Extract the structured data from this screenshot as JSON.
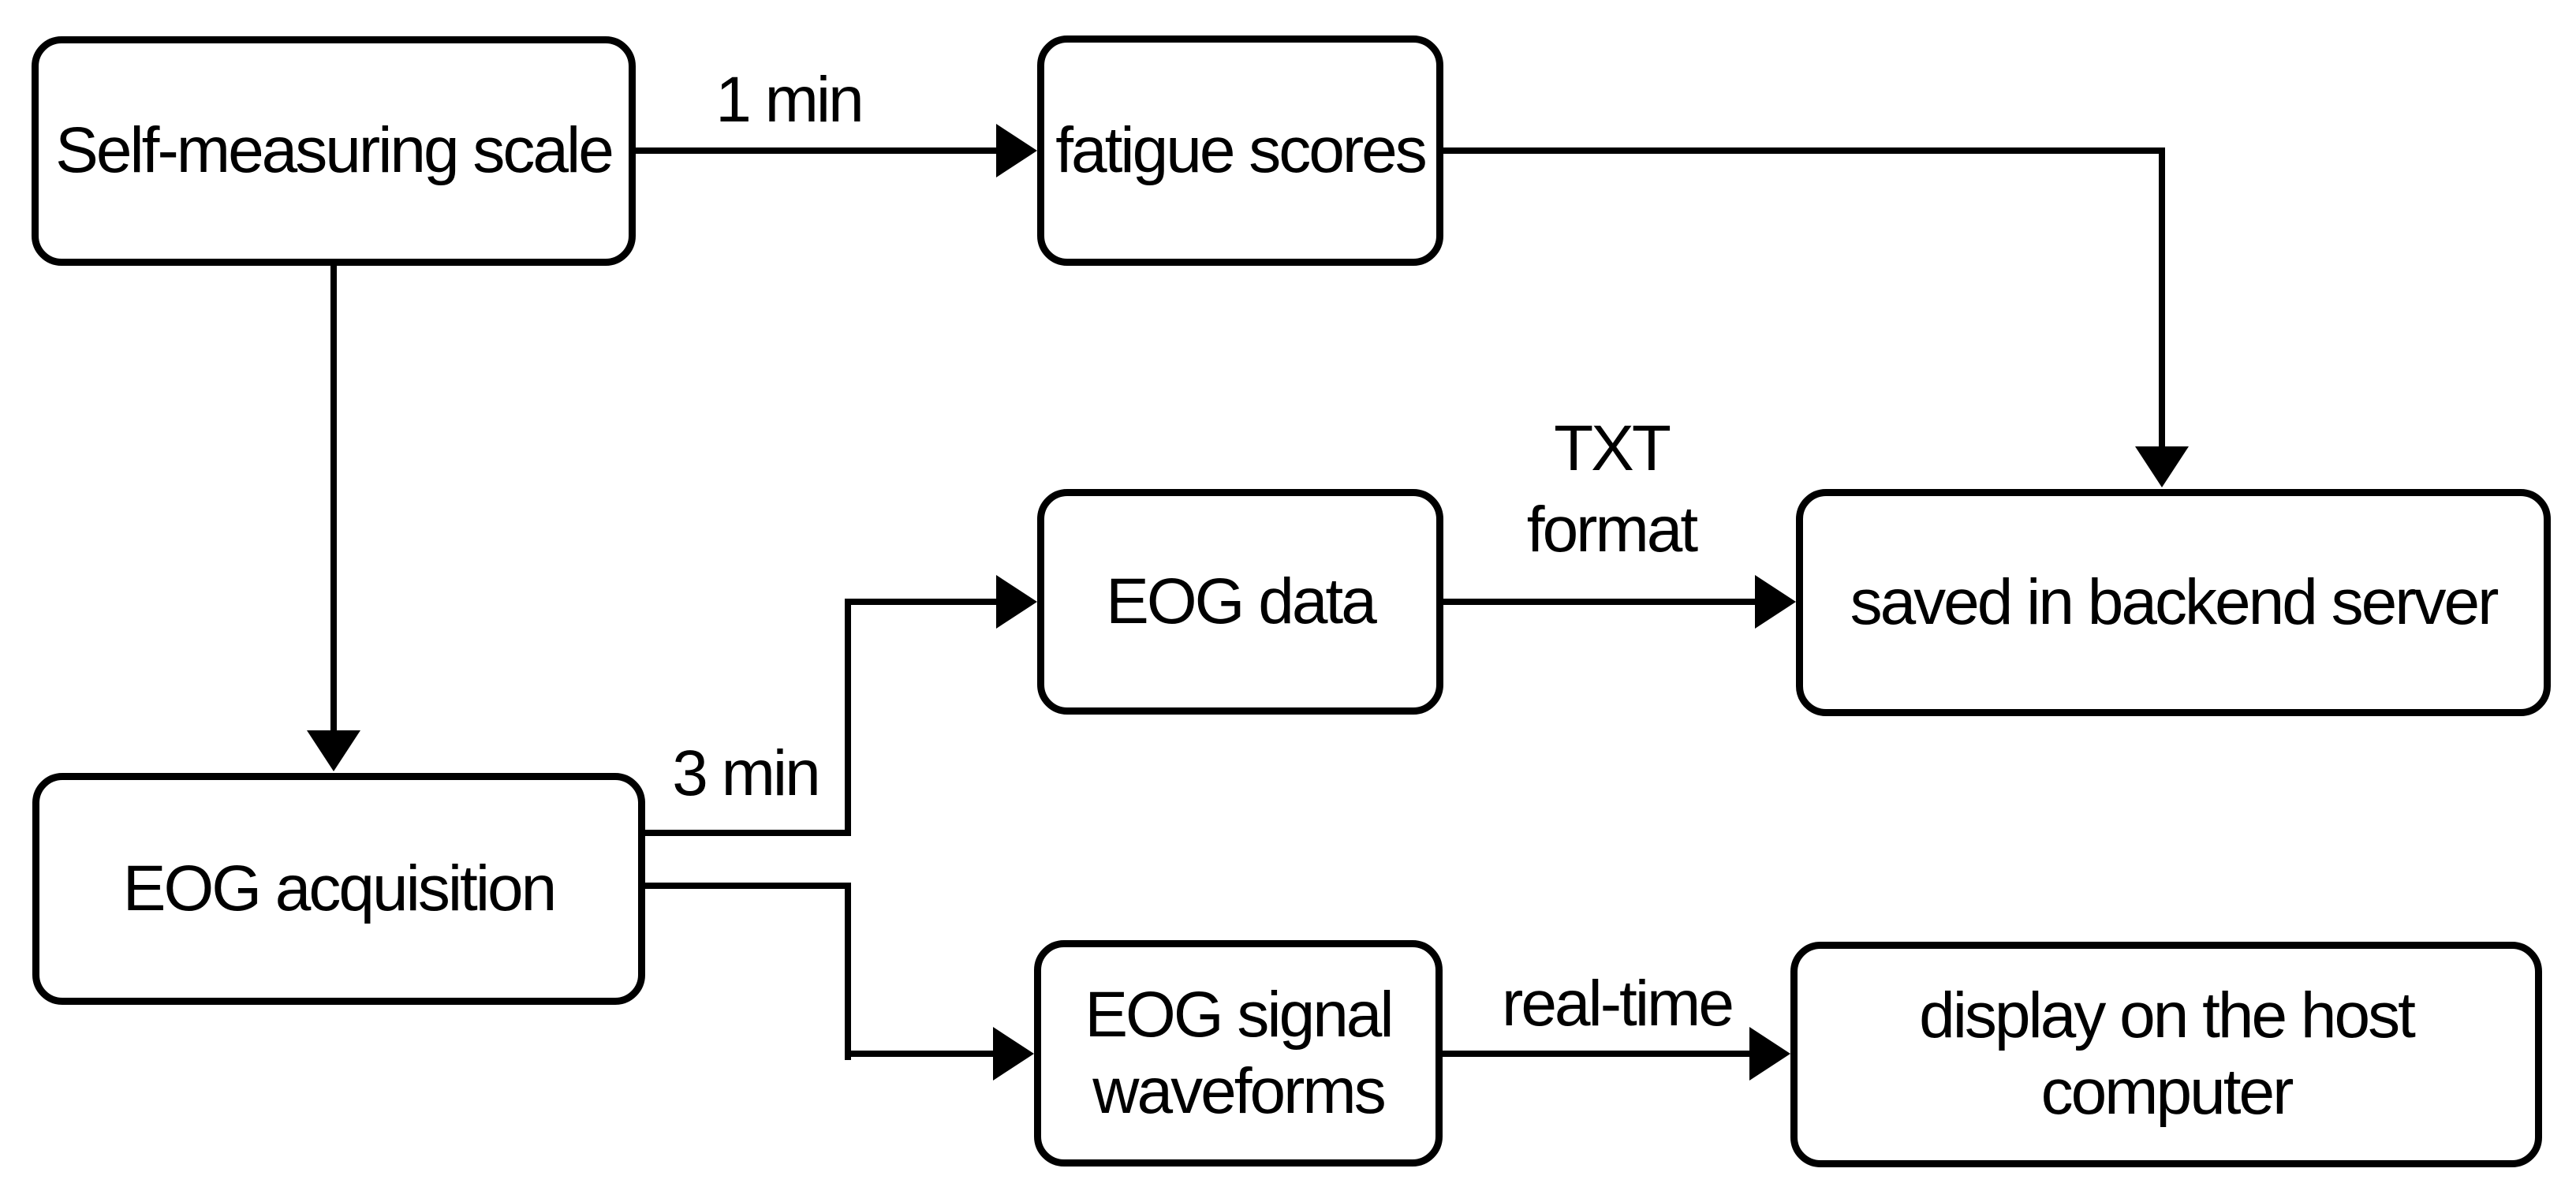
{
  "diagram": {
    "type": "flowchart",
    "background_color": "#ffffff",
    "line_color": "#000000",
    "node_fill_color": "#ffffff",
    "nodes": [
      {
        "id": "self_measuring_scale",
        "label": "Self-measuring scale"
      },
      {
        "id": "fatigue_scores",
        "label": "fatigue scores"
      },
      {
        "id": "eog_data",
        "label": "EOG data"
      },
      {
        "id": "saved_in_backend_server",
        "label": "saved in backend server"
      },
      {
        "id": "eog_acquisition",
        "label": "EOG acquisition"
      },
      {
        "id": "eog_signal_waveforms",
        "label": "EOG signal waveforms"
      },
      {
        "id": "display_on_host_computer",
        "label": "display on the host computer"
      }
    ],
    "edges": [
      {
        "from": "self_measuring_scale",
        "to": "fatigue_scores",
        "label": "1 min"
      },
      {
        "from": "fatigue_scores",
        "to": "saved_in_backend_server",
        "label": ""
      },
      {
        "from": "self_measuring_scale",
        "to": "eog_acquisition",
        "label": ""
      },
      {
        "from": "eog_acquisition",
        "to": "eog_data",
        "label": "3 min"
      },
      {
        "from": "eog_acquisition",
        "to": "eog_signal_waveforms",
        "label": ""
      },
      {
        "from": "eog_data",
        "to": "saved_in_backend_server",
        "label": "TXT format"
      },
      {
        "from": "eog_signal_waveforms",
        "to": "display_on_host_computer",
        "label": "real-time"
      }
    ]
  }
}
